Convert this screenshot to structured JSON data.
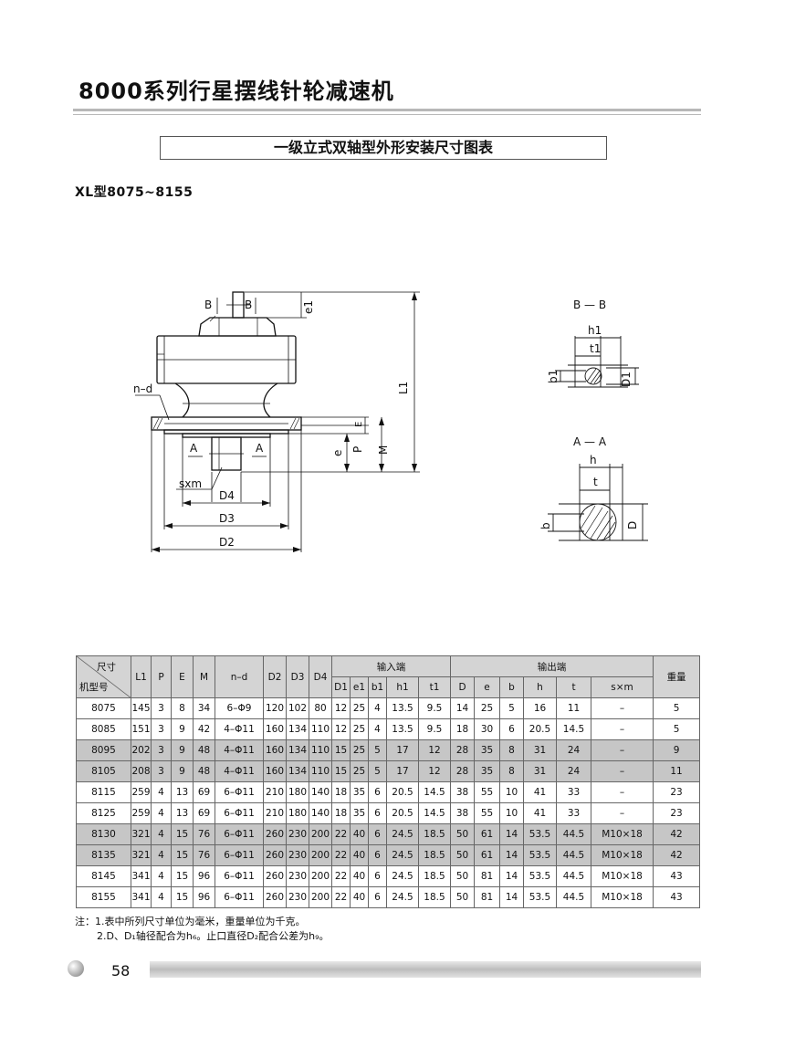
{
  "title": "8000系列行星摆线针轮减速机",
  "heading": "一级立式双轴型外形安装尺寸图表",
  "model_range": "XL型8075~8155",
  "drawing": {
    "labels": {
      "B": "B",
      "A": "A",
      "e1": "e1",
      "L1": "L1",
      "nd": "n–d",
      "E": "E",
      "P": "P",
      "M": "M",
      "e": "e",
      "sxm": "sxm",
      "D4": "D4",
      "D3": "D3",
      "D2": "D2",
      "bb_title": "B — B",
      "h1": "h1",
      "t1": "t1",
      "b1": "b1",
      "D1": "D1",
      "aa_title": "A — A",
      "h": "h",
      "t": "t",
      "b": "b",
      "D": "D"
    }
  },
  "table": {
    "corner_top": "尺寸",
    "corner_bottom": "机型号",
    "group_input": "输入端",
    "group_output": "输出端",
    "weight": "重量",
    "main_headers": [
      "L1",
      "P",
      "E",
      "M",
      "n–d",
      "D2",
      "D3",
      "D4"
    ],
    "input_headers": [
      "D1",
      "e1",
      "b1",
      "h1",
      "t1"
    ],
    "output_headers": [
      "D",
      "e",
      "b",
      "h",
      "t",
      "s×m"
    ],
    "rows": [
      [
        "8075",
        "145",
        "3",
        "8",
        "34",
        "6–Φ9",
        "120",
        "102",
        "80",
        "12",
        "25",
        "4",
        "13.5",
        "9.5",
        "14",
        "25",
        "5",
        "16",
        "11",
        "–",
        "5"
      ],
      [
        "8085",
        "151",
        "3",
        "9",
        "42",
        "4–Φ11",
        "160",
        "134",
        "110",
        "12",
        "25",
        "4",
        "13.5",
        "9.5",
        "18",
        "30",
        "6",
        "20.5",
        "14.5",
        "–",
        "5"
      ],
      [
        "8095",
        "202",
        "3",
        "9",
        "48",
        "4–Φ11",
        "160",
        "134",
        "110",
        "15",
        "25",
        "5",
        "17",
        "12",
        "28",
        "35",
        "8",
        "31",
        "24",
        "–",
        "9"
      ],
      [
        "8105",
        "208",
        "3",
        "9",
        "48",
        "4–Φ11",
        "160",
        "134",
        "110",
        "15",
        "25",
        "5",
        "17",
        "12",
        "28",
        "35",
        "8",
        "31",
        "24",
        "–",
        "11"
      ],
      [
        "8115",
        "259",
        "4",
        "13",
        "69",
        "6–Φ11",
        "210",
        "180",
        "140",
        "18",
        "35",
        "6",
        "20.5",
        "14.5",
        "38",
        "55",
        "10",
        "41",
        "33",
        "–",
        "23"
      ],
      [
        "8125",
        "259",
        "4",
        "13",
        "69",
        "6–Φ11",
        "210",
        "180",
        "140",
        "18",
        "35",
        "6",
        "20.5",
        "14.5",
        "38",
        "55",
        "10",
        "41",
        "33",
        "–",
        "23"
      ],
      [
        "8130",
        "321",
        "4",
        "15",
        "76",
        "6–Φ11",
        "260",
        "230",
        "200",
        "22",
        "40",
        "6",
        "24.5",
        "18.5",
        "50",
        "61",
        "14",
        "53.5",
        "44.5",
        "M10×18",
        "42"
      ],
      [
        "8135",
        "321",
        "4",
        "15",
        "76",
        "6–Φ11",
        "260",
        "230",
        "200",
        "22",
        "40",
        "6",
        "24.5",
        "18.5",
        "50",
        "61",
        "14",
        "53.5",
        "44.5",
        "M10×18",
        "42"
      ],
      [
        "8145",
        "341",
        "4",
        "15",
        "96",
        "6–Φ11",
        "260",
        "230",
        "200",
        "22",
        "40",
        "6",
        "24.5",
        "18.5",
        "50",
        "81",
        "14",
        "53.5",
        "44.5",
        "M10×18",
        "43"
      ],
      [
        "8155",
        "341",
        "4",
        "15",
        "96",
        "6–Φ11",
        "260",
        "230",
        "200",
        "22",
        "40",
        "6",
        "24.5",
        "18.5",
        "50",
        "81",
        "14",
        "53.5",
        "44.5",
        "M10×18",
        "43"
      ]
    ]
  },
  "notes": {
    "line1": "注：1.表中所列尺寸单位为毫米，重量单位为千克。",
    "line2": "2.D、D₁轴径配合为h₆。止口直径D₂配合公差为h₉。"
  },
  "footer": {
    "page_number": "58"
  }
}
